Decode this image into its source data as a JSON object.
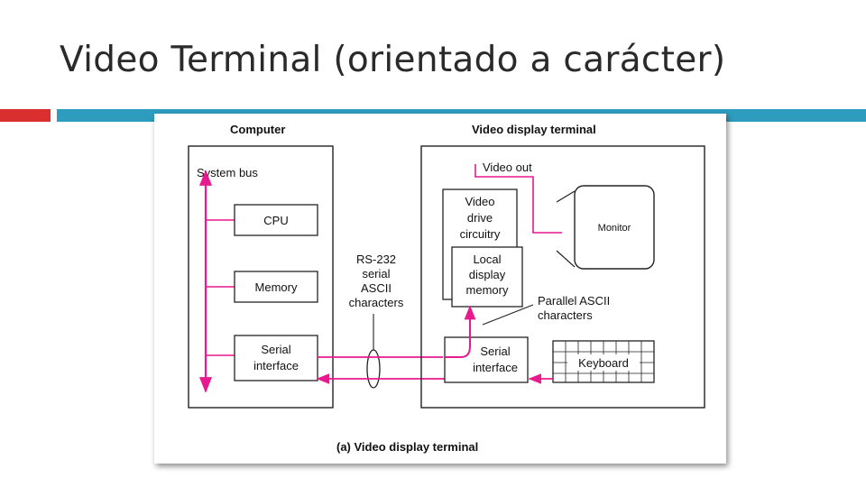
{
  "slide": {
    "title": "Video Terminal (orientado a carácter)"
  },
  "diagram": {
    "computer": {
      "title": "Computer",
      "system_bus": "System bus",
      "cpu": "CPU",
      "memory": "Memory",
      "serial_interface": [
        "Serial",
        "interface"
      ]
    },
    "link": {
      "label": [
        "RS-232",
        "serial",
        "ASCII",
        "characters"
      ]
    },
    "terminal": {
      "title": "Video display terminal",
      "video_out": "Video out",
      "video_drive": [
        "Video",
        "drive",
        "circuitry"
      ],
      "local_memory": [
        "Local",
        "display",
        "memory"
      ],
      "parallel_ascii": [
        "Parallel ASCII",
        "characters"
      ],
      "serial_interface": [
        "Serial",
        "interface"
      ],
      "monitor": "Monitor",
      "keyboard": "Keyboard"
    },
    "caption": "(a) Video display terminal",
    "colors": {
      "signal": "#e8198c",
      "line": "#222222"
    }
  }
}
